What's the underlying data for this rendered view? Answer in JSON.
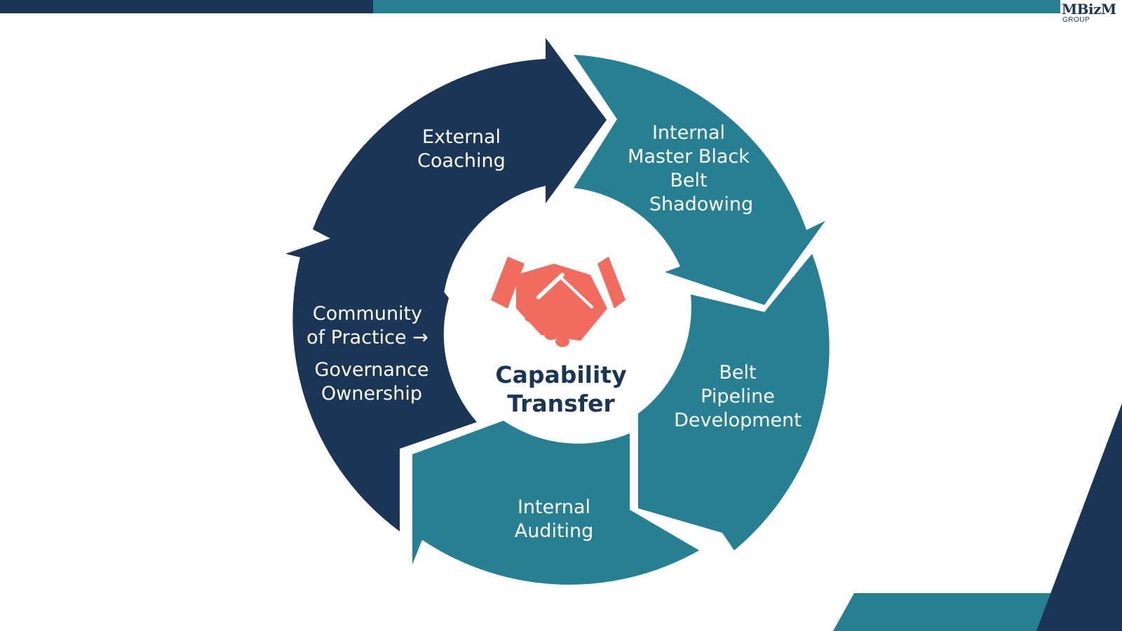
{
  "logo": {
    "name": "MBizM",
    "sub": "GROUP"
  },
  "center": {
    "title_line1": "Capability",
    "title_line2": "Transfer",
    "icon": "handshake-icon"
  },
  "segments": [
    {
      "lines": [
        "External",
        "Coaching"
      ],
      "color": "#1b3556"
    },
    {
      "lines": [
        "Internal",
        "Master Black",
        "Belt",
        "Shadowing"
      ],
      "color": "#267f93"
    },
    {
      "lines": [
        "Belt",
        "Pipeline",
        "Development"
      ],
      "color": "#267f93"
    },
    {
      "lines": [
        "Internal",
        "Auditing"
      ],
      "color": "#267f93"
    },
    {
      "lines": [
        "Community",
        "of Practice →",
        "Governance",
        "Ownership"
      ],
      "color": "#1b3556"
    }
  ],
  "colors": {
    "navy": "#1b3556",
    "teal": "#267f93",
    "accent": "#f06c5e",
    "background": "#ffffff"
  }
}
